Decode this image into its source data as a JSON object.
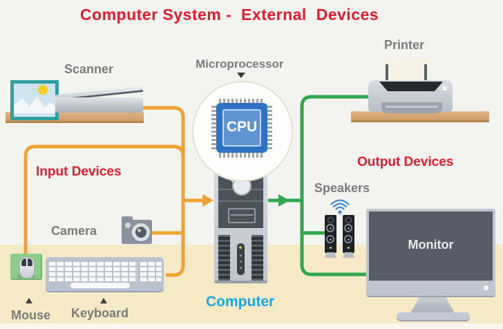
{
  "title": "Computer System -  External  Devices",
  "sections": {
    "input": "Input Devices",
    "output": "Output Devices"
  },
  "devices": {
    "scanner": "Scanner",
    "camera": "Camera",
    "mouse": "Mouse",
    "keyboard": "Keyboard",
    "microprocessor": "Microprocessor",
    "cpu": "CPU",
    "computer": "Computer",
    "printer": "Printer",
    "speakers": "Speakers",
    "monitor": "Monitor"
  },
  "colors": {
    "title_red": "#e11b2d",
    "section_red": "#e11b2d",
    "device_gray": "#7b7b7b",
    "computer_cyan": "#17a7e2",
    "input_wire_orange": "#f0a132",
    "output_wire_green": "#2fa84c",
    "cpu_chip_blue": "#2e72c5",
    "wifi_blue": "#4b8fd6",
    "desk_beige": "#f5e9c6",
    "shelf_wood": "#cf9c63",
    "background": "#f3f3ef"
  }
}
